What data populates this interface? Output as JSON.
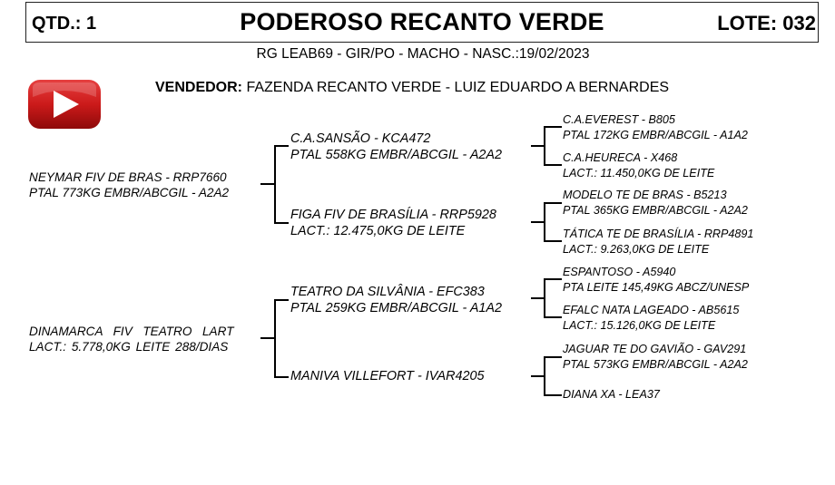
{
  "header": {
    "qtd": "QTD.: 1",
    "title": "PODEROSO RECANTO VERDE",
    "lote": "LOTE: 032"
  },
  "subtitle": "RG LEAB69 - GIR/PO - MACHO - NASC.:19/02/2023",
  "vendor": {
    "label": "VENDEDOR:",
    "value": " FAZENDA RECANTO VERDE - LUIZ EDUARDO A BERNARDES"
  },
  "video_button": {
    "icon": "youtube-play-icon",
    "color": "#cc1a1a"
  },
  "pedigree": {
    "sire": {
      "name": "NEYMAR FIV DE BRAS - RRP7660",
      "info": "PTAL 773KG EMBR/ABCGIL - A2A2",
      "sire": {
        "name": "C.A.SANSÃO - KCA472",
        "info": "PTAL 558KG EMBR/ABCGIL - A2A2",
        "sire": {
          "name": "C.A.EVEREST - B805",
          "info": "PTAL 172KG EMBR/ABCGIL - A1A2"
        },
        "dam": {
          "name": "C.A.HEURECA - X468",
          "info": "LACT.: 11.450,0KG DE LEITE"
        }
      },
      "dam": {
        "name": "FIGA FIV DE BRASÍLIA - RRP5928",
        "info": "LACT.: 12.475,0KG DE LEITE",
        "sire": {
          "name": "MODELO TE DE BRAS - B5213",
          "info": "PTAL 365KG EMBR/ABCGIL - A2A2"
        },
        "dam": {
          "name": "TÁTICA TE DE BRASÍLIA - RRP4891",
          "info": "LACT.: 9.263,0KG DE LEITE"
        }
      }
    },
    "dam": {
      "name": "DINAMARCA  FIV  TEATRO  LART",
      "info": "LACT.: 5.778,0KG LEITE 288/DIAS",
      "sire": {
        "name": "TEATRO DA SILVÂNIA - EFC383",
        "info": "PTAL 259KG EMBR/ABCGIL - A1A2",
        "sire": {
          "name": "ESPANTOSO - A5940",
          "info": "PTA LEITE 145,49KG ABCZ/UNESP"
        },
        "dam": {
          "name": "EFALC NATA LAGEADO - AB5615",
          "info": "LACT.: 15.126,0KG DE LEITE"
        }
      },
      "dam": {
        "name": "MANIVA VILLEFORT - IVAR4205",
        "info": "",
        "sire": {
          "name": "JAGUAR TE DO GAVIÃO - GAV291",
          "info": "PTAL 573KG EMBR/ABCGIL - A2A2"
        },
        "dam": {
          "name": "DIANA XA - LEA37",
          "info": ""
        }
      }
    }
  }
}
